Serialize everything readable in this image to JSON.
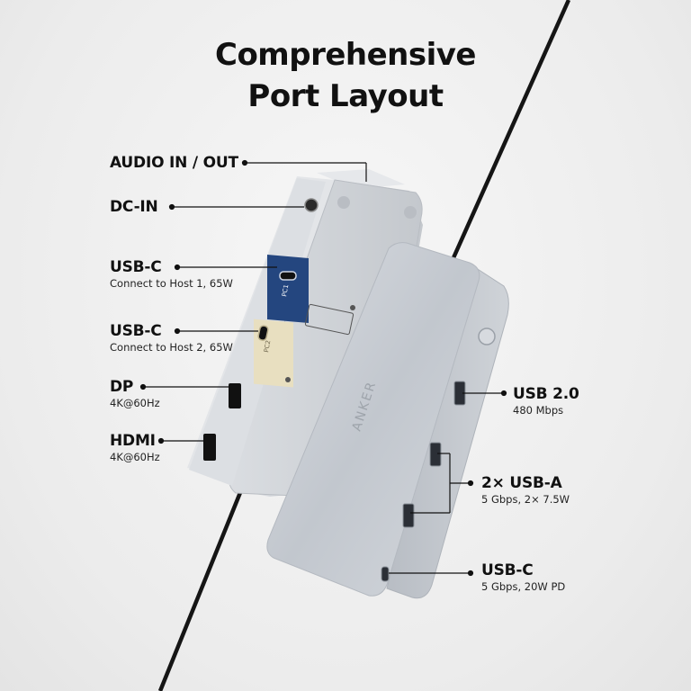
{
  "title": {
    "line1": "Comprehensive",
    "line2": "Port Layout"
  },
  "left_labels": {
    "audio": {
      "name": "AUDIO IN / OUT"
    },
    "dc_in": {
      "name": "DC-IN"
    },
    "usbc_host1": {
      "name": "USB-C",
      "detail": "Connect to Host 1, 65W"
    },
    "usbc_host2": {
      "name": "USB-C",
      "detail": "Connect to Host 2, 65W"
    },
    "dp": {
      "name": "DP",
      "detail": "4K@60Hz"
    },
    "hdmi": {
      "name": "HDMI",
      "detail": "4K@60Hz"
    }
  },
  "right_labels": {
    "usb2": {
      "name": "USB 2.0",
      "detail": "480 Mbps"
    },
    "usba": {
      "name": "2× USB-A",
      "detail": "5 Gbps, 2× 7.5W"
    },
    "usbc": {
      "name": "USB-C",
      "detail": "5 Gbps, 20W PD"
    }
  },
  "product": {
    "brand_text": "ANKER",
    "port_badge_1": "PC1",
    "port_badge_2": "PC2"
  },
  "colors": {
    "port_panel_blue": "#24467f",
    "port_panel_cream": "#e8dfc0",
    "device_silver": "#c9cdd3",
    "cable": "#151515"
  }
}
